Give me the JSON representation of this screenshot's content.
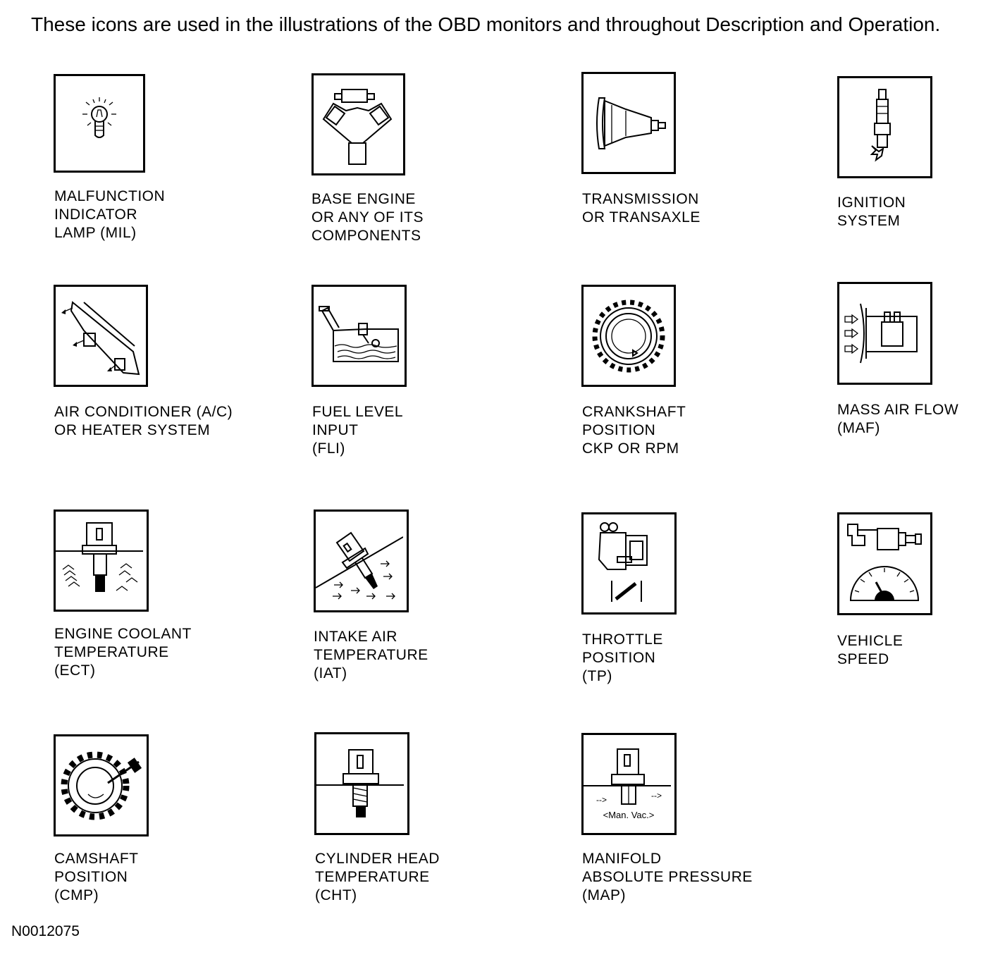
{
  "intro": "These icons are used in the illustrations of the OBD monitors and throughout Description and Operation.",
  "figure_id": "N0012075",
  "icons": [
    {
      "icon": "light-bulb-icon",
      "lines": [
        "MALFUNCTION",
        "INDICATOR",
        "LAMP (MIL)"
      ]
    },
    {
      "icon": "engine-block-icon",
      "lines": [
        "BASE ENGINE",
        "OR ANY OF ITS",
        "COMPONENTS"
      ]
    },
    {
      "icon": "transmission-icon",
      "lines": [
        "TRANSMISSION",
        "OR TRANSAXLE"
      ]
    },
    {
      "icon": "spark-plug-icon",
      "lines": [
        "IGNITION",
        "SYSTEM"
      ]
    },
    {
      "icon": "hvac-duct-icon",
      "lines": [
        "AIR CONDITIONER (A/C)",
        "OR HEATER SYSTEM"
      ]
    },
    {
      "icon": "fuel-tank-icon",
      "lines": [
        "FUEL LEVEL",
        "INPUT",
        "(FLI)"
      ]
    },
    {
      "icon": "crankshaft-wheel-icon",
      "lines": [
        "CRANKSHAFT",
        "POSITION",
        "CKP OR RPM"
      ]
    },
    {
      "icon": "mass-air-flow-sensor-icon",
      "lines": [
        "MASS AIR FLOW",
        "(MAF)"
      ]
    },
    {
      "icon": "coolant-sensor-icon",
      "lines": [
        "ENGINE COOLANT",
        "TEMPERATURE",
        "(ECT)"
      ]
    },
    {
      "icon": "intake-air-sensor-icon",
      "lines": [
        "INTAKE AIR",
        "TEMPERATURE",
        "(IAT)"
      ]
    },
    {
      "icon": "throttle-position-icon",
      "lines": [
        "THROTTLE",
        "POSITION",
        "(TP)"
      ]
    },
    {
      "icon": "speedometer-icon",
      "lines": [
        "VEHICLE",
        "SPEED"
      ]
    },
    {
      "icon": "camshaft-gear-icon",
      "lines": [
        "CAMSHAFT",
        "POSITION",
        "(CMP)"
      ]
    },
    {
      "icon": "cylinder-head-sensor-icon",
      "lines": [
        "CYLINDER HEAD",
        "TEMPERATURE",
        "(CHT)"
      ]
    },
    {
      "icon": "manifold-pressure-sensor-icon",
      "lines": [
        "MANIFOLD",
        "ABSOLUTE PRESSURE",
        "(MAP)"
      ],
      "inner_text": "<Man. Vac.>"
    }
  ]
}
